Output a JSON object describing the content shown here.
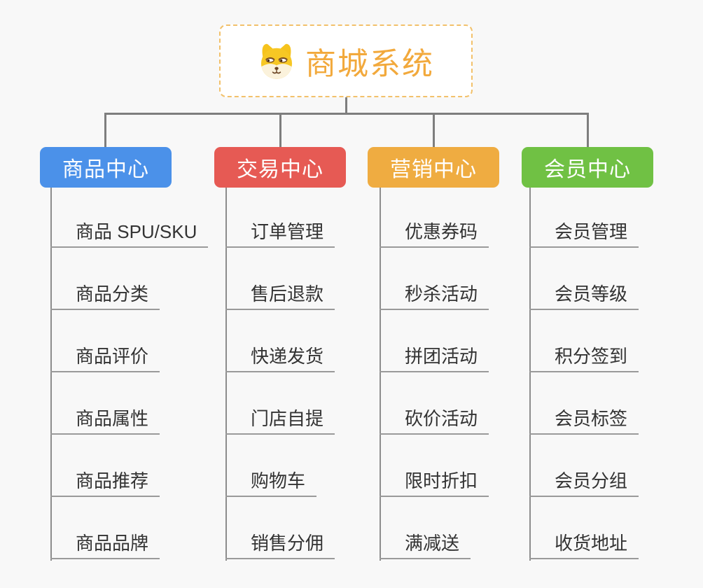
{
  "root": {
    "label": "商城系统",
    "icon": "shiba-dog-icon",
    "text_color": "#f2a93c",
    "border_color": "#f2c16b"
  },
  "connector_color": "#7e7e7e",
  "background_color": "#f8f8f8",
  "branches": [
    {
      "label": "商品中心",
      "color": "#4b91e9",
      "items": [
        "商品 SPU/SKU",
        "商品分类",
        "商品评价",
        "商品属性",
        "商品推荐",
        "商品品牌"
      ]
    },
    {
      "label": "交易中心",
      "color": "#e65a54",
      "items": [
        "订单管理",
        "售后退款",
        "快递发货",
        "门店自提",
        "购物车",
        "销售分佣"
      ]
    },
    {
      "label": "营销中心",
      "color": "#efac41",
      "items": [
        "优惠券码",
        "秒杀活动",
        "拼团活动",
        "砍价活动",
        "限时折扣",
        "满减送"
      ]
    },
    {
      "label": "会员中心",
      "color": "#70c144",
      "items": [
        "会员管理",
        "会员等级",
        "积分签到",
        "会员标签",
        "会员分组",
        "收货地址"
      ]
    }
  ]
}
